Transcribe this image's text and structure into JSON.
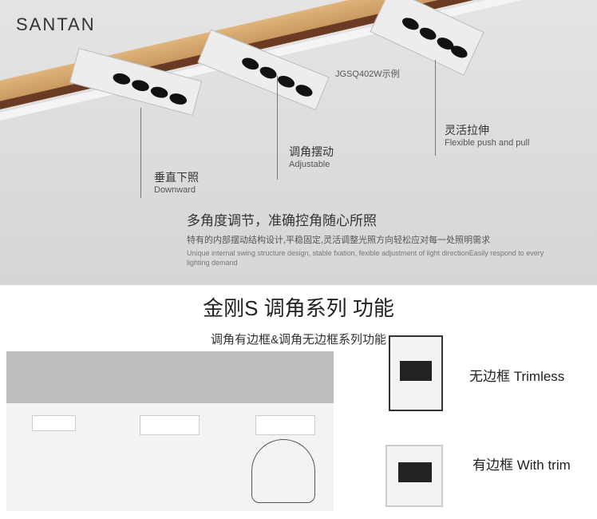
{
  "brand": "SANTAN",
  "model_note": "JGSQ402W示例",
  "features": [
    {
      "cn": "垂直下照",
      "en": "Downward"
    },
    {
      "cn": "调角摆动",
      "en": "Adjustable"
    },
    {
      "cn": "灵活拉伸",
      "en": "Flexible push and pull"
    }
  ],
  "headline": "多角度调节，准确控角随心所照",
  "desc_cn": "特有的内部摆动结构设计,平稳固定,灵活调整光照方向轻松应对每一处照明需求",
  "desc_en": "Unique internal swing structure design, stable fxation, fexible adjustment of light directionEasily respond to every lighting demand",
  "section_title": "金刚S 调角系列 功能",
  "section_subtitle": "调角有边框&调角无边框系列功能",
  "variants": [
    {
      "label": "无边框 Trimless"
    },
    {
      "label": "有边框 With trim"
    }
  ]
}
